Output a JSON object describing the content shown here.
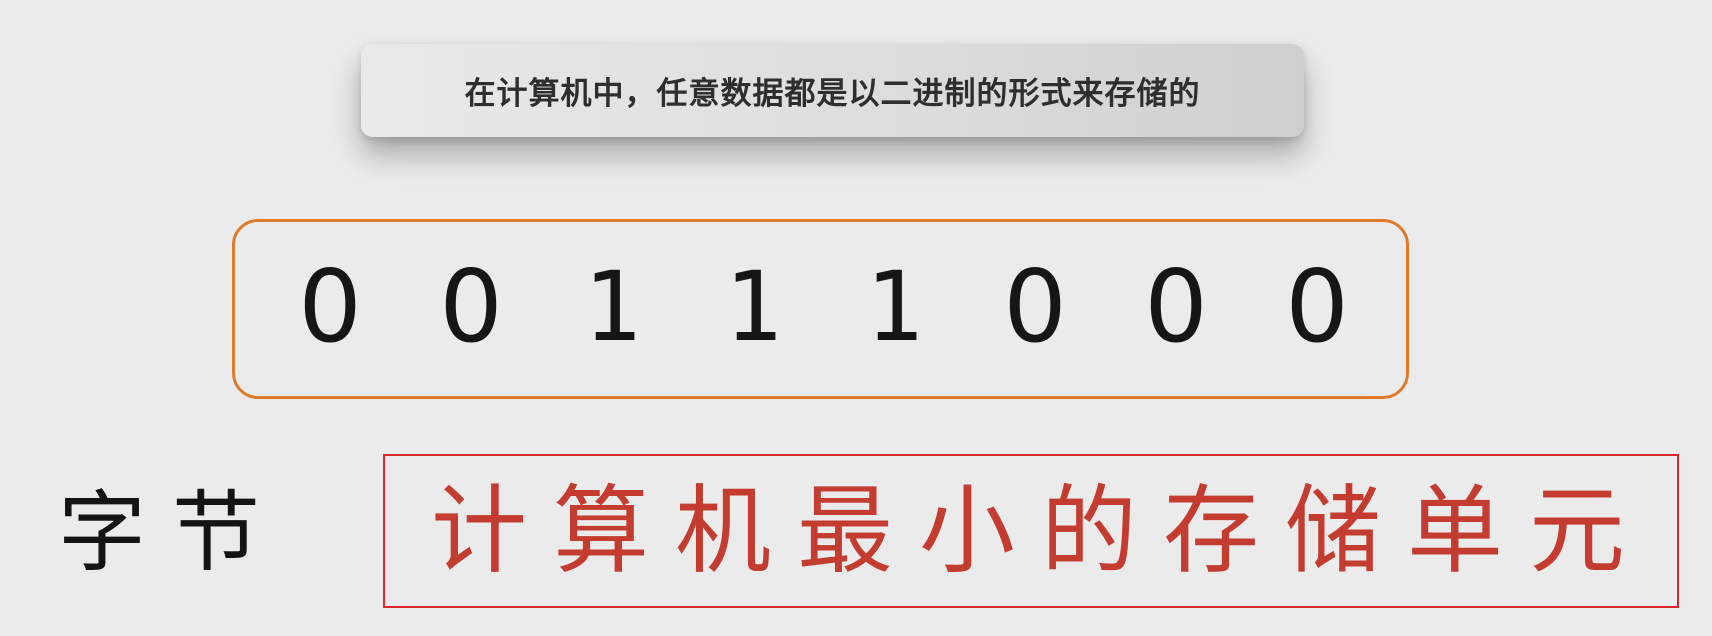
{
  "banner": {
    "text": "在计算机中，任意数据都是以二进制的形式来存储的"
  },
  "binary": {
    "bits": [
      "0",
      "0",
      "1",
      "1",
      "1",
      "0",
      "0",
      "0"
    ]
  },
  "byte_label": "字节",
  "definition": {
    "text": "计算机最小的存储单元"
  },
  "colors": {
    "background": "#ebebeb",
    "bits_border": "#df7a2a",
    "definition_border": "#d9252b",
    "definition_text": "#c43c30"
  }
}
